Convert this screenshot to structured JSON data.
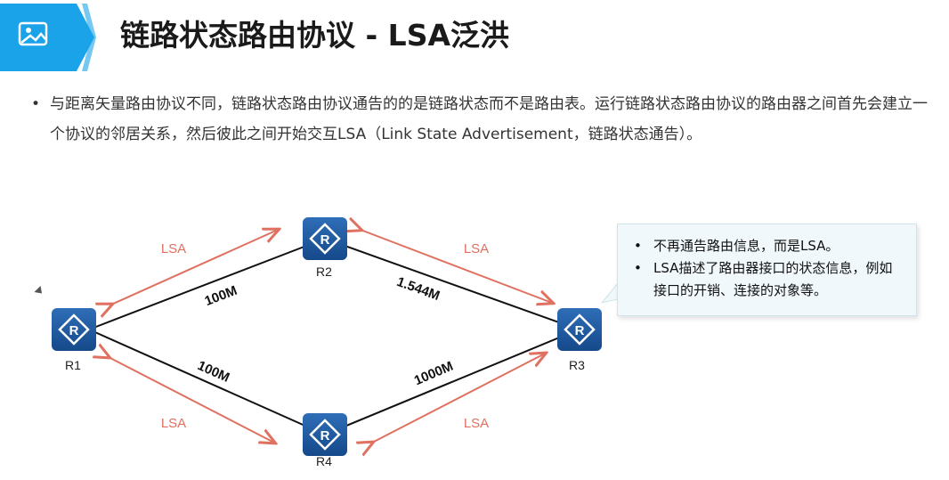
{
  "header": {
    "title": "链路状态路由协议 - LSA泛洪",
    "icon": "image-icon",
    "accent_color": "#1aa3e8"
  },
  "intro": {
    "bullet": "•",
    "text": "与距离矢量路由协议不同，链路状态路由协议通告的的是链路状态而不是路由表。运行链路状态路由协议的路由器之间首先会建立一个协议的邻居关系，然后彼此之间开始交互LSA（Link State Advertisement，链路状态通告）。"
  },
  "routers": {
    "r1": {
      "label": "R1"
    },
    "r2": {
      "label": "R2"
    },
    "r3": {
      "label": "R3"
    },
    "r4": {
      "label": "R4"
    }
  },
  "links": {
    "r1_r2": "100M",
    "r2_r3": "1.544M",
    "r1_r4": "100M",
    "r4_r3": "1000M"
  },
  "lsa": {
    "r1_r2": "LSA",
    "r2_r3": "LSA",
    "r1_r4": "LSA",
    "r4_r3": "LSA",
    "color": "#e07060"
  },
  "callout": {
    "bullet": "•",
    "items": [
      "不再通告路由信息，而是LSA。",
      "LSA描述了路由器接口的状态信息，例如接口的开销、连接的对象等。"
    ]
  }
}
